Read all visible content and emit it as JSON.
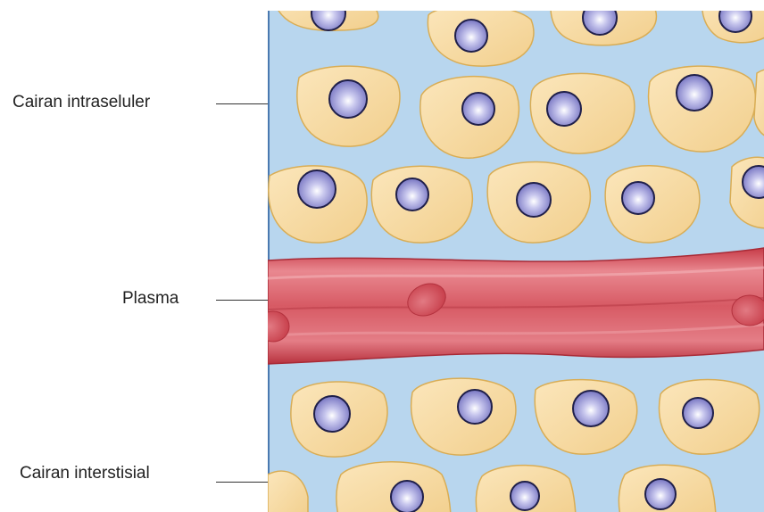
{
  "labels": {
    "intracellular": "Cairan intraseluler",
    "plasma": "Plasma",
    "interstitial": "Cairan interstisial"
  },
  "colors": {
    "background_fluid": "#b8d6ee",
    "cell_fill": "#f6d9a0",
    "cell_edge": "#d9ad55",
    "nucleus": "#8a88cc",
    "nucleus_edge": "#1f1f4a",
    "vessel": "#d95a64",
    "vessel_dark": "#b8333f",
    "blood_cell": "#cc4450"
  }
}
